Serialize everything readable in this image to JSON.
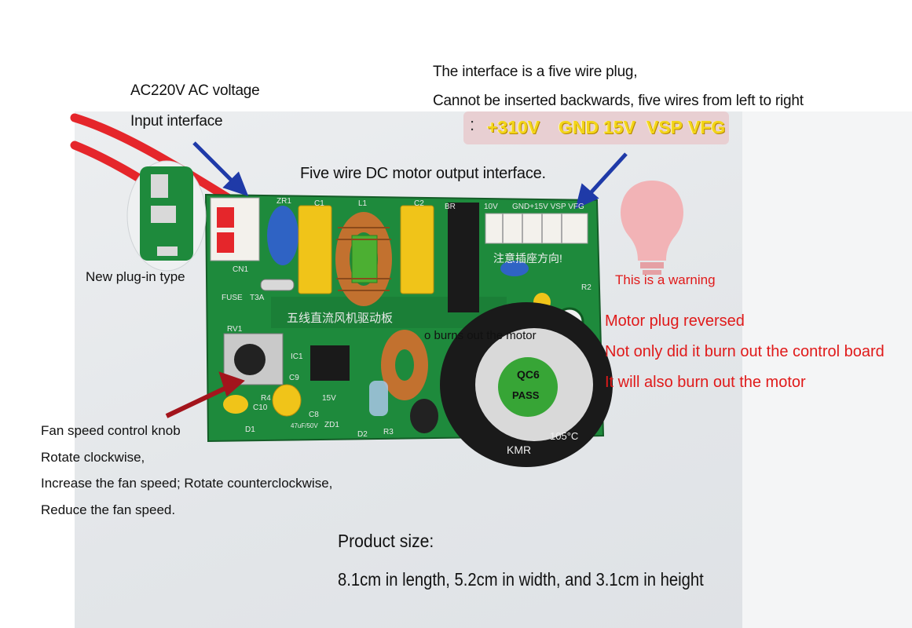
{
  "annotations": {
    "ac_voltage": "AC220V AC voltage",
    "input_interface": "Input interface",
    "plug_line1": "The interface is a five wire plug,",
    "plug_line2": "Cannot be inserted backwards, five wires from left to right",
    "wire_colon": ":",
    "wire_labels": [
      "+310V",
      "GND",
      "15V",
      "VSP",
      "VFG"
    ],
    "motor_output": "Five wire DC motor output interface.",
    "new_plugin": "New plug-in type",
    "warning_bulb": "This is a warning",
    "warning_1": "Motor plug reversed",
    "warning_2": "Not only did it burn out the control board",
    "warning_3": "It will also burn out the motor",
    "burns_out_overlay": "o burns out the motor",
    "knob_1": "Fan speed control knob",
    "knob_2": "Rotate clockwise,",
    "knob_3": "Increase the fan speed; Rotate counterclockwise,",
    "knob_4": "Reduce the fan speed.",
    "size_title": "Product size:",
    "size_value": "8.1cm in length, 5.2cm in width, and 3.1cm in height"
  },
  "board_markings": {
    "zr1": "ZR1",
    "c1": "C1",
    "l1": "L1",
    "c2": "C2",
    "br": "BR",
    "v10": "10V",
    "connector_header": "GND+15V VSP VFG",
    "cn1": "CN1",
    "fuse": "FUSE",
    "t3a": "T3A",
    "chinese_title": "五线直流风机驱动板",
    "warning_cn": "注意插座方向!",
    "rv1": "RV1",
    "ic1": "IC1",
    "c9": "C9",
    "r4": "R4",
    "c10": "C10",
    "c8": "C8",
    "zd1": "ZD1",
    "d1": "D1",
    "d2": "D2",
    "r3": "R3",
    "r2": "R2",
    "cap_label_top": "QC6",
    "cap_label_mid": "PASS",
    "cap_brand": "KMR",
    "cap_temp": "105°C",
    "v15": "15V",
    "cap_rating": "47uF/50V"
  },
  "colors": {
    "pcb": "#1e8a3c",
    "pcb_dark": "#176c2e",
    "wire_red": "#e5262b",
    "arrow_blue": "#1f3aa8",
    "arrow_red": "#a3141c",
    "capacitor_yellow": "#f0c419",
    "coil_copper": "#c2712f",
    "bulb_pink": "#f2b3b6"
  }
}
